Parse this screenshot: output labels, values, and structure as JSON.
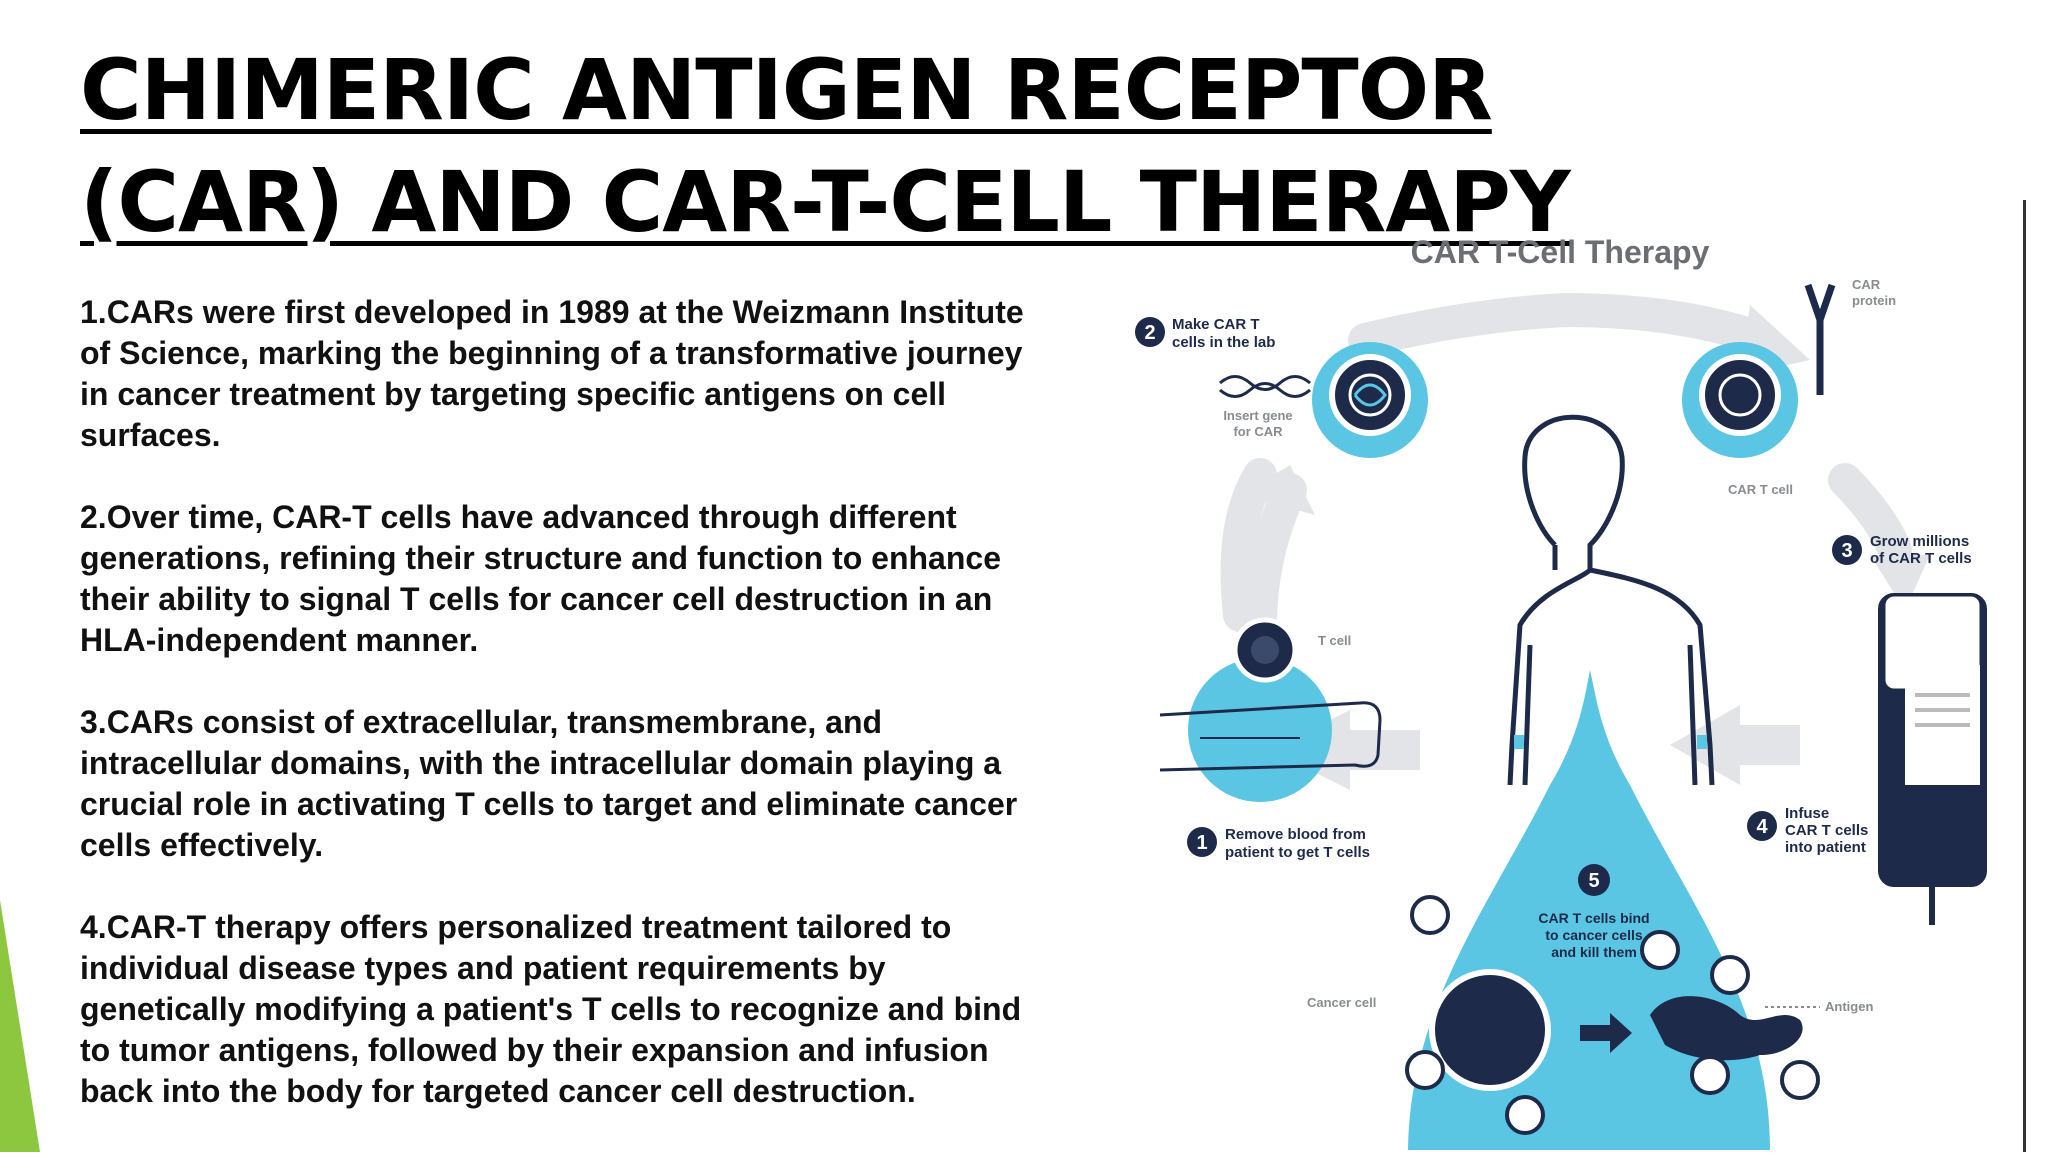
{
  "title": {
    "line1": "CHIMERIC ANTIGEN RECEPTOR",
    "line2": "(CAR) AND CAR-T-CELL THERAPY"
  },
  "points": [
    {
      "lines": [
        "1.CARs were first developed in 1989 at the Weizmann Institute",
        "of Science, marking the beginning of a transformative journey",
        "in cancer treatment by targeting specific antigens on cell",
        "surfaces."
      ]
    },
    {
      "lines": [
        "2.Over time, CAR-T cells have advanced through different",
        "generations, refining their structure and function to enhance",
        "their ability to signal T cells for cancer cell destruction in an",
        "HLA-independent manner."
      ]
    },
    {
      "lines": [
        "3.CARs consist of extracellular, transmembrane, and",
        "intracellular domains, with the intracellular domain playing a",
        "crucial role in activating T cells to target and eliminate cancer",
        "cells effectively."
      ]
    },
    {
      "lines": [
        "4.CAR-T therapy offers personalized treatment tailored to",
        "individual disease types and patient requirements by",
        "genetically modifying a patient's T cells to recognize and bind",
        "to tumor antigens, followed by their expansion and infusion",
        "back into the body for targeted cancer cell destruction."
      ]
    }
  ],
  "diagram": {
    "title": "CAR T-Cell Therapy",
    "steps": [
      {
        "num": "1",
        "lines": [
          "Remove blood from",
          "patient to get T cells"
        ]
      },
      {
        "num": "2",
        "lines": [
          "Make CAR T",
          "cells in the lab"
        ]
      },
      {
        "num": "3",
        "lines": [
          "Grow millions",
          "of CAR T cells"
        ]
      },
      {
        "num": "4",
        "lines": [
          "Infuse",
          "CAR T cells",
          "into patient"
        ]
      },
      {
        "num": "5",
        "lines": [
          "CAR T cells bind",
          "to cancer cells",
          "and kill them"
        ]
      }
    ],
    "labels": {
      "insert_gene": [
        "Insert gene",
        "for CAR"
      ],
      "car_protein": [
        "CAR",
        "protein"
      ],
      "car_t_cell": "CAR T cell",
      "t_cell": "T cell",
      "cancer_cell": "Cancer cell",
      "antigen": "Antigen"
    }
  },
  "colors": {
    "accent_green": "#8dc63f",
    "diagram_blue": "#5bc5e4",
    "navy": "#1e2a4a",
    "grey_arrow": "#e2e4e7"
  }
}
